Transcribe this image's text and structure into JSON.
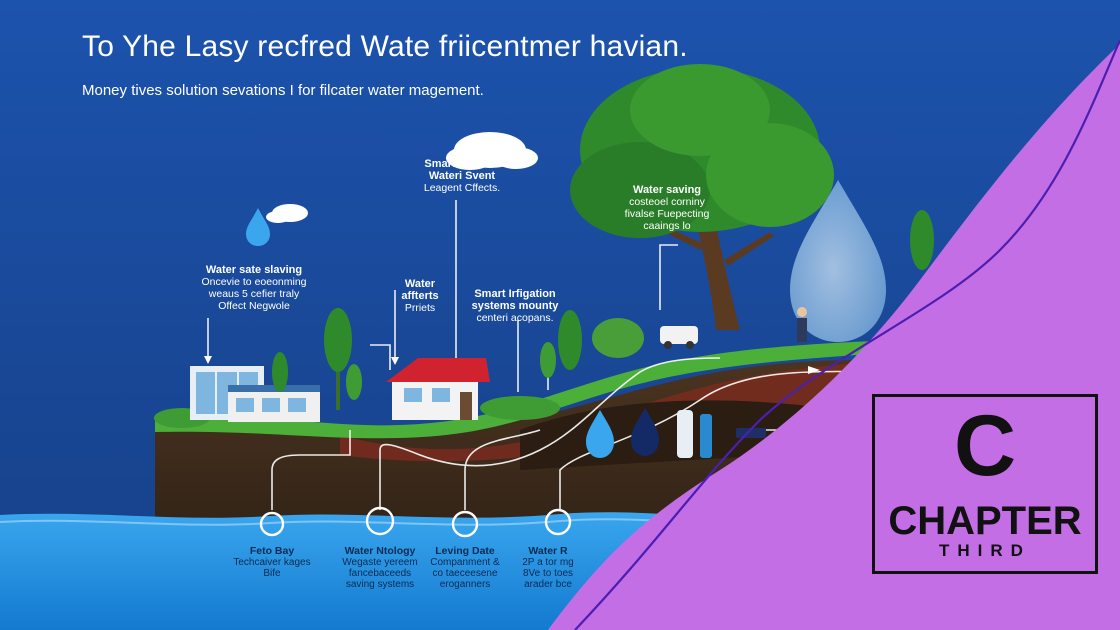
{
  "title": "To Yhe Lasy recfred Wate friicentmer havian.",
  "subtitle": "Money tives solution sevations I for filcater water magement.",
  "callouts": {
    "top_center": {
      "head": "Smart col with",
      "body1": "Wateri Svent",
      "body2": "Leagent Cffects."
    },
    "tree": {
      "head": "Water saving",
      "body1": "costeoel corniny",
      "body2": "fivalse Fuepecting",
      "body3": "caaings lo"
    },
    "left": {
      "head": "Water sate slaving",
      "body1": "Oncevie to eoeonming",
      "body2": "weaus 5 cefier traly",
      "body3": "Offect Negwole"
    },
    "middle": {
      "head": "Water",
      "body1": "affterts",
      "body2": "Prriets"
    },
    "right": {
      "head": "Smart Irfigation",
      "body1": "systems mounty",
      "body2": "centeri acopans."
    }
  },
  "bottom_items": [
    {
      "head": "Feto Bay",
      "body1": "Techcaiver kages",
      "body2": "Bife"
    },
    {
      "head": "Water Ntology",
      "body1": "Wegaste yereem",
      "body2": "fancebaceeds",
      "body3": "saving systems"
    },
    {
      "head": "Leving Date",
      "body1": "Companment &",
      "body2": "co taeceesene",
      "body3": "eroganners"
    },
    {
      "head": "Water R",
      "body1": "2P a tor mg",
      "body2": "8Ve to toes",
      "body3": "arader bce"
    }
  ],
  "logo": {
    "letter": "C",
    "word": "CHAPTER",
    "sub": "THIRD"
  },
  "colors": {
    "sky": "#1a4fa3",
    "water": "#1c8fe0",
    "grass": "#4caf3a",
    "soil": "#5a3b22",
    "purple": "#c46ee6",
    "purple_line": "#4b1fb0",
    "tree_foliage": "#2f8a2c",
    "house_roof": "#d0232f"
  }
}
